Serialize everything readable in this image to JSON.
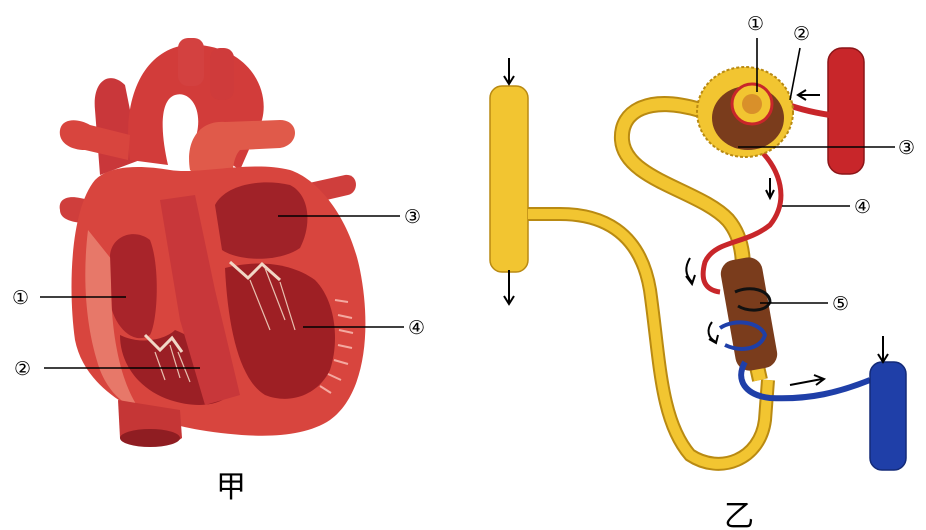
{
  "figure_a": {
    "caption": "甲",
    "labels": [
      "①",
      "②",
      "③",
      "④"
    ]
  },
  "figure_b": {
    "caption": "乙",
    "labels": [
      "①",
      "②",
      "③",
      "④",
      "⑤"
    ]
  },
  "colors": {
    "heart_wall": "#d8453e",
    "heart_interior": "#9e1f24",
    "heart_dark": "#6e1418",
    "tubule_yellow": "#f2c531",
    "tubule_outline": "#b98a12",
    "artery_red": "#c8262a",
    "vein_blue": "#1f3fa8",
    "capillary_brown": "#7a3c1c"
  }
}
